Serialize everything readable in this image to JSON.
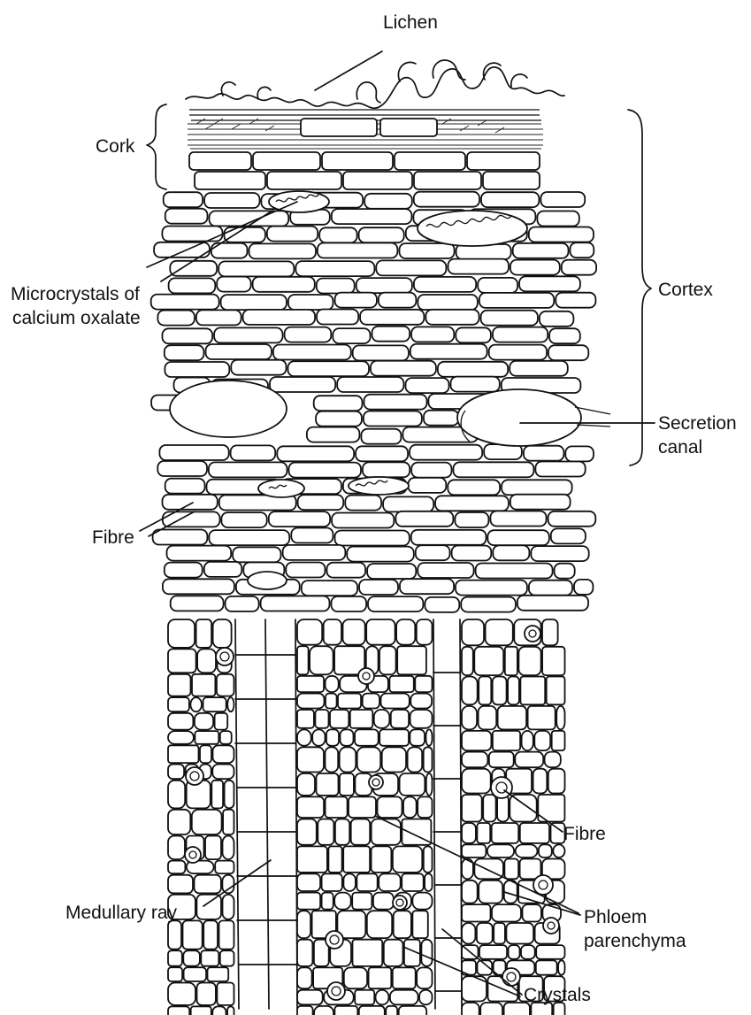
{
  "labels": {
    "lichen": "Lichen",
    "cork": "Cork",
    "cortex": "Cortex",
    "microcrystals_line1": "Microcrystals of",
    "microcrystals_line2": "calcium oxalate",
    "secretion_canal_line1": "Secretion",
    "secretion_canal_line2": "canal",
    "fibre_left": "Fibre",
    "fibre_right": "Fibre",
    "medullary_ray": "Medullary ray",
    "phloem_parenchyma_line1": "Phloem",
    "phloem_parenchyma_line2": "parenchyma",
    "crystals": "Crystals"
  }
}
